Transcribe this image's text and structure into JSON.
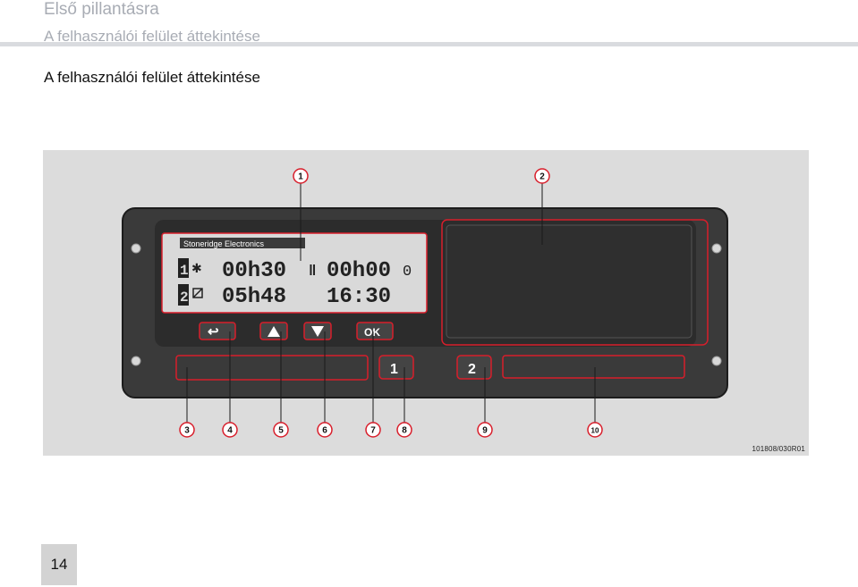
{
  "header": {
    "title": "Első pillantásra",
    "subtitle": "A felhasználói felület áttekintése"
  },
  "heading": "A felhasználói felület áttekintése",
  "figure": {
    "brand": "Stoneridge Electronics",
    "display": {
      "line1_driver_marker": "1",
      "line1_time": "00h30",
      "line1_break_time": "00h00",
      "line1_extra": "0",
      "line2_driver_marker": "2",
      "line2_time": "05h48",
      "line2_clock": "16:30"
    },
    "buttons": {
      "ok_label": "OK",
      "slot1_label": "1",
      "slot2_label": "2"
    },
    "callouts": [
      "1",
      "2",
      "3",
      "4",
      "5",
      "6",
      "7",
      "8",
      "9",
      "10"
    ],
    "figure_id": "101808/030R01"
  },
  "page_number": "14",
  "colors": {
    "accent_red": "#d81e2b",
    "device_body": "#3a3a3a",
    "lcd": "#d9d9d9"
  }
}
